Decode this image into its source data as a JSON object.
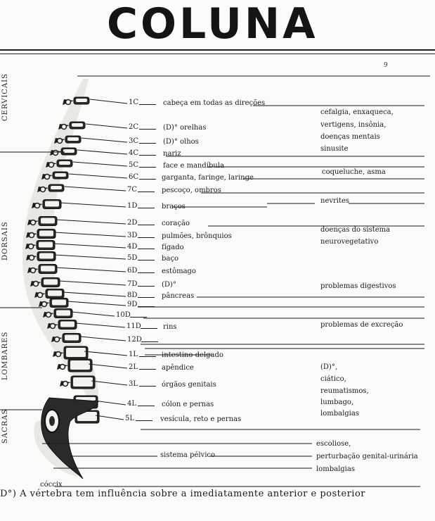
{
  "title": "COLUNA",
  "corner_mark": "9",
  "regions": {
    "cervical": "CERVICAIS",
    "dorsal": "DORSAIS",
    "lumbar": "LOMBARES",
    "sacral": "SACRAS"
  },
  "vertebrae": [
    {
      "code": "1C",
      "organ": "cabeça em todas as direções"
    },
    {
      "code": "2C",
      "organ": "(D)° orelhas"
    },
    {
      "code": "3C",
      "organ": "(D)° olhos"
    },
    {
      "code": "4C",
      "organ": "nariz"
    },
    {
      "code": "5C",
      "organ": "face e mandíbula"
    },
    {
      "code": "6C",
      "organ": "garganta, faringe, laringe"
    },
    {
      "code": "7C",
      "organ": "pescoço, ombros"
    },
    {
      "code": "1D",
      "organ": "braços"
    },
    {
      "code": "2D",
      "organ": "coração"
    },
    {
      "code": "3D",
      "organ": "pulmões, brônquios"
    },
    {
      "code": "4D",
      "organ": "fígado"
    },
    {
      "code": "5D",
      "organ": "baço"
    },
    {
      "code": "6D",
      "organ": "estômago"
    },
    {
      "code": "7D",
      "organ": "(D)°"
    },
    {
      "code": "8D",
      "organ": "pâncreas"
    },
    {
      "code": "9D",
      "organ": ""
    },
    {
      "code": "10D",
      "organ": ""
    },
    {
      "code": "11D",
      "organ": "rins"
    },
    {
      "code": "12D",
      "organ": ""
    },
    {
      "code": "1L",
      "organ": "intestino delgado"
    },
    {
      "code": "2L",
      "organ": "apêndice"
    },
    {
      "code": "3L",
      "organ": "órgãos genitais"
    },
    {
      "code": "4L",
      "organ": "cólon e pernas"
    },
    {
      "code": "5L",
      "organ": "vesícula, reto e pernas"
    }
  ],
  "conditions": [
    "cefalgia, enxaqueca,",
    "vertigens, insônia,",
    "doenças mentais",
    "sinusite",
    "coqueluche, asma",
    "nevrites",
    "doenças do sistema",
    "neurovegetativo",
    "problemas digestivos",
    "problemas de excreção",
    "(D)°,",
    "ciático,",
    "reumatismos,",
    "lumbago,",
    "lombalgias",
    "escoliose,",
    "perturbação genital-urinária",
    "lombalgias"
  ],
  "pelvic": "sistema pélvico",
  "coccyx": "cóccix",
  "footnote": "D°)  A vértebra tem influência sobre a imediatamente anterior e posterior"
}
